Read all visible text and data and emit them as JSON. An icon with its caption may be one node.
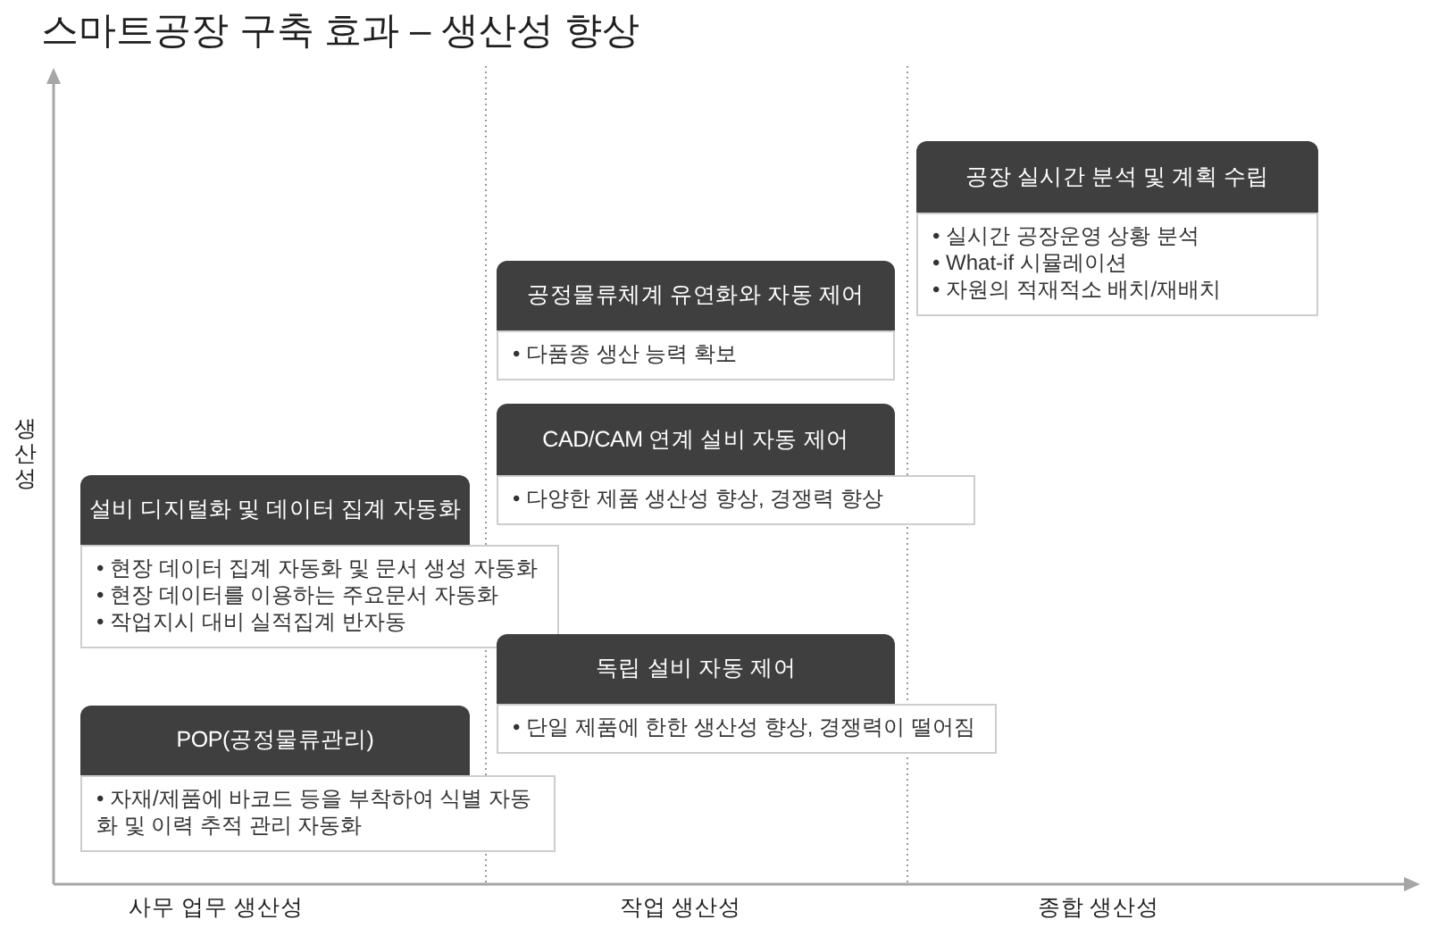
{
  "diagram": {
    "title": "스마트공장 구축 효과 – 생산성 향상",
    "nodes": [
      {
        "text": [
          "설비 디지털화 및 데이터 집계 자동화",
          "• 현장 데이터 집계 자동화 및 문서 생성 자동화",
          "• 현장 데이터를 이용하는 주요문서 자동화",
          "• 작업지시 대비 실적집계 반자동"
        ]
      },
      {
        "text": [
          "POP(공정물류관리)",
          "• 자재/제품에 바코드 등을 부착하여 식별 자동화 및 이력 추적 관리 자동화"
        ]
      },
      {
        "text": [
          "공정물류체계 유연화와 자동 제어",
          "• 다품종 생산 능력 확보"
        ]
      },
      {
        "text": [
          "CAD/CAM 연계 설비 자동 제어",
          "• 다양한 제품 생산성 향상, 경쟁력 향상"
        ]
      },
      {
        "text": [
          "독립 설비 자동 제어",
          "• 단일 제품에 한한 생산성 향상, 경쟁력이 떨어짐"
        ]
      },
      {
        "text": [
          "공장 실시간 분석 및 계획 수립",
          "• 실시간 공장운영 상황 분석",
          "• What-if 시뮬레이션",
          "• 자원의 적재적소 배치/재배치"
        ]
      }
    ],
    "labels": [
      "생산성",
      "사무 업무 생산성",
      "작업 생산성",
      "종합 생산성"
    ]
  }
}
